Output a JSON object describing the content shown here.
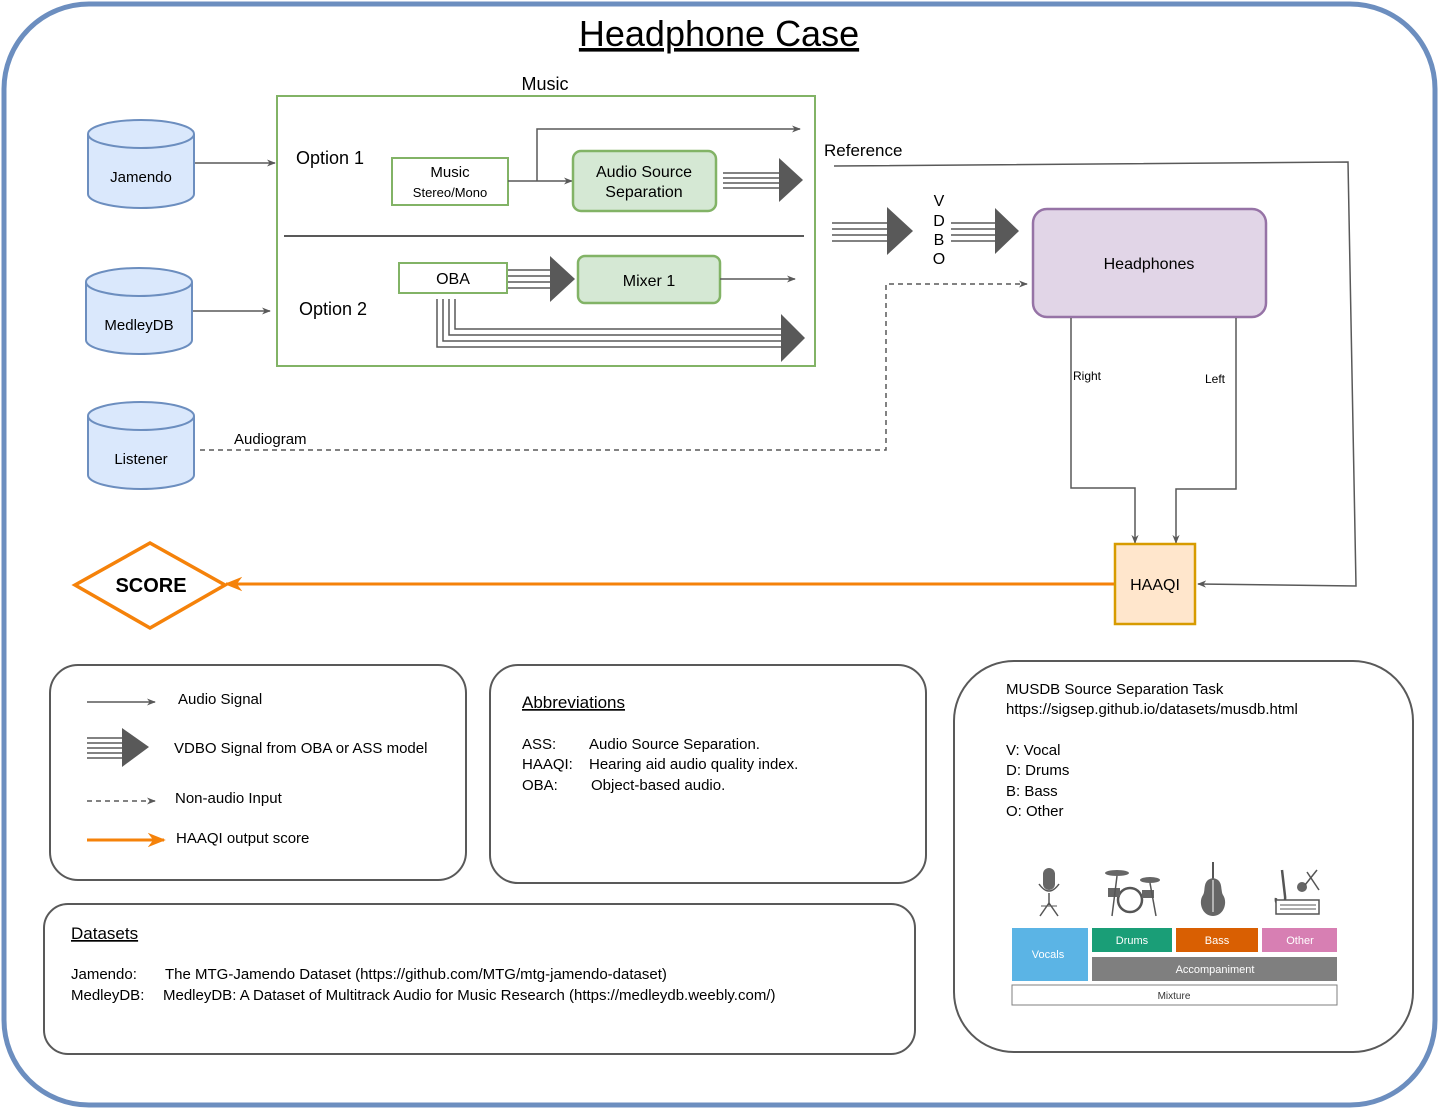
{
  "title": "Headphone Case",
  "colors": {
    "frame": "#6c8ebf",
    "db_fill": "#dae8fc",
    "db_stroke": "#6c8ebf",
    "green_fill": "#d5e8d4",
    "green_stroke": "#82b366",
    "purple_fill": "#e1d5e7",
    "purple_stroke": "#9673a6",
    "orange": "#f5820a",
    "haaqi_fill": "#ffe6cc",
    "haaqi_stroke": "#d79b00",
    "line": "#595959"
  },
  "sources": {
    "jamendo": "Jamendo",
    "medleydb": "MedleyDB",
    "listener": "Listener"
  },
  "music_box": {
    "label": "Music",
    "option1": "Option 1",
    "option2": "Option 2",
    "music_node_line1": "Music",
    "music_node_line2": "Stereo/Mono",
    "ass_line1": "Audio Source",
    "ass_line2": "Separation",
    "oba": "OBA",
    "mixer": "Mixer 1"
  },
  "reference_label": "Reference",
  "vdbo_letters": [
    "V",
    "D",
    "B",
    "O"
  ],
  "headphones": "Headphones",
  "right_label": "Right",
  "left_label": "Left",
  "audiogram_label": "Audiogram",
  "haaqi": "HAAQI",
  "score": "SCORE",
  "legend": {
    "audio_signal": "Audio Signal",
    "vdbo_signal": "VDBO Signal from OBA or ASS model",
    "non_audio": "Non-audio Input",
    "haaqi_output": "HAAQI output score"
  },
  "abbreviations": {
    "heading": "Abbreviations",
    "items": [
      {
        "key": "ASS:",
        "value": "Audio Source Separation."
      },
      {
        "key": "HAAQI:",
        "value": "Hearing aid audio quality index."
      },
      {
        "key": "OBA:",
        "value": "Object-based audio."
      }
    ]
  },
  "musdb": {
    "title": "MUSDB Source Separation Task",
    "url": "https://sigsep.github.io/datasets/musdb.html",
    "items": [
      "V: Vocal",
      "D: Drums",
      "B: Bass",
      "O: Other"
    ],
    "icons": [
      "microphone-icon",
      "drum-kit-icon",
      "double-bass-icon",
      "saxophone-icon"
    ],
    "vocals": "Vocals",
    "drums": "Drums",
    "bass": "Bass",
    "other": "Other",
    "accompaniment": "Accompaniment",
    "mixture": "Mixture",
    "stem_colors": {
      "vocals": "#5bb4e5",
      "drums": "#1a9e77",
      "bass": "#d95f02",
      "other": "#d77fb3",
      "accompaniment": "#7f7f7f"
    }
  },
  "datasets": {
    "heading": "Datasets",
    "items": [
      {
        "key": "Jamendo:",
        "value": "The MTG-Jamendo Dataset (https://github.com/MTG/mtg-jamendo-dataset)"
      },
      {
        "key": "MedleyDB:",
        "value": "MedleyDB: A Dataset of Multitrack Audio for Music Research (https://medleydb.weebly.com/)"
      }
    ]
  }
}
